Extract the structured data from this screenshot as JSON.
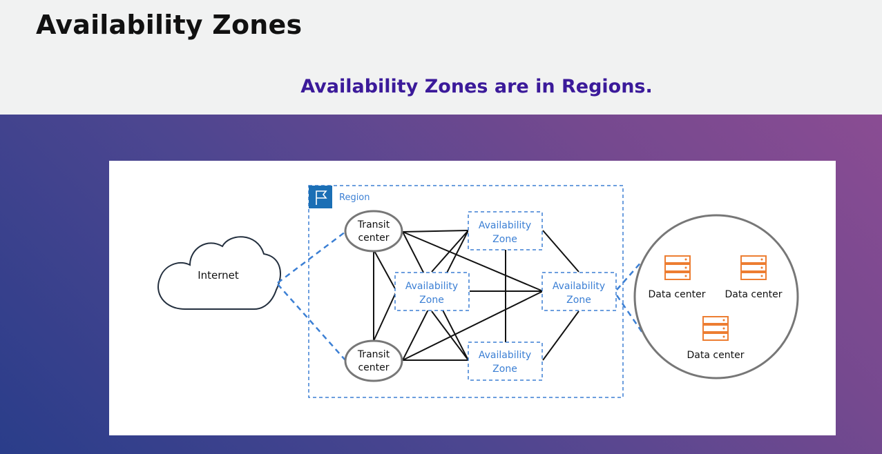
{
  "slide": {
    "title": "Availability Zones",
    "subtitle": "Availability Zones are in Regions."
  },
  "diagram": {
    "region_label": "Region",
    "internet_label": "Internet",
    "transit_center_label": [
      "Transit",
      "center"
    ],
    "availability_zone_label": [
      "Availability",
      "Zone"
    ],
    "data_center_label": "Data center"
  },
  "colors": {
    "accent_blue": "#3b7fd4",
    "server_orange": "#ed7d31",
    "title_purple": "#3b1a9a"
  }
}
